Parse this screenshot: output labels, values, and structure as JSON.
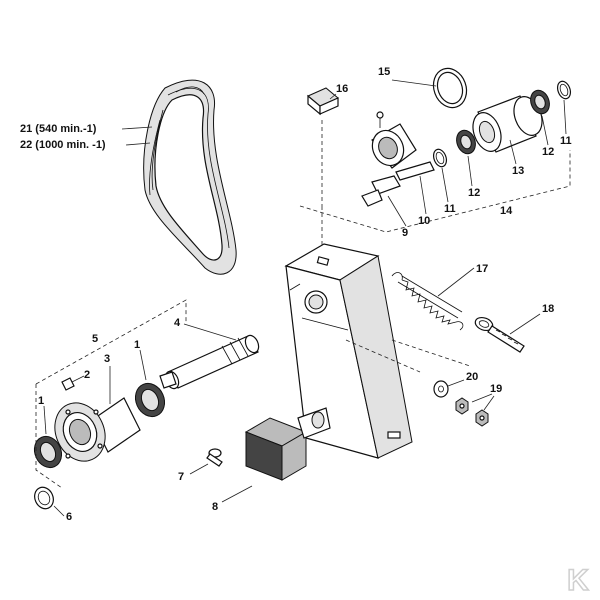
{
  "callouts": {
    "c1a": "1",
    "c1b": "1",
    "c2": "2",
    "c3": "3",
    "c4": "4",
    "c5": "5",
    "c6": "6",
    "c7": "7",
    "c8": "8",
    "c9": "9",
    "c10": "10",
    "c11a": "11",
    "c11b": "11",
    "c12a": "12",
    "c12b": "12",
    "c13": "13",
    "c14": "14",
    "c15": "15",
    "c16": "16",
    "c17": "17",
    "c18": "18",
    "c19": "19",
    "c20": "20",
    "c21": "21  (540 min.-1)",
    "c22": "22  (1000 min. -1)"
  },
  "logo": {
    "text": "K"
  }
}
